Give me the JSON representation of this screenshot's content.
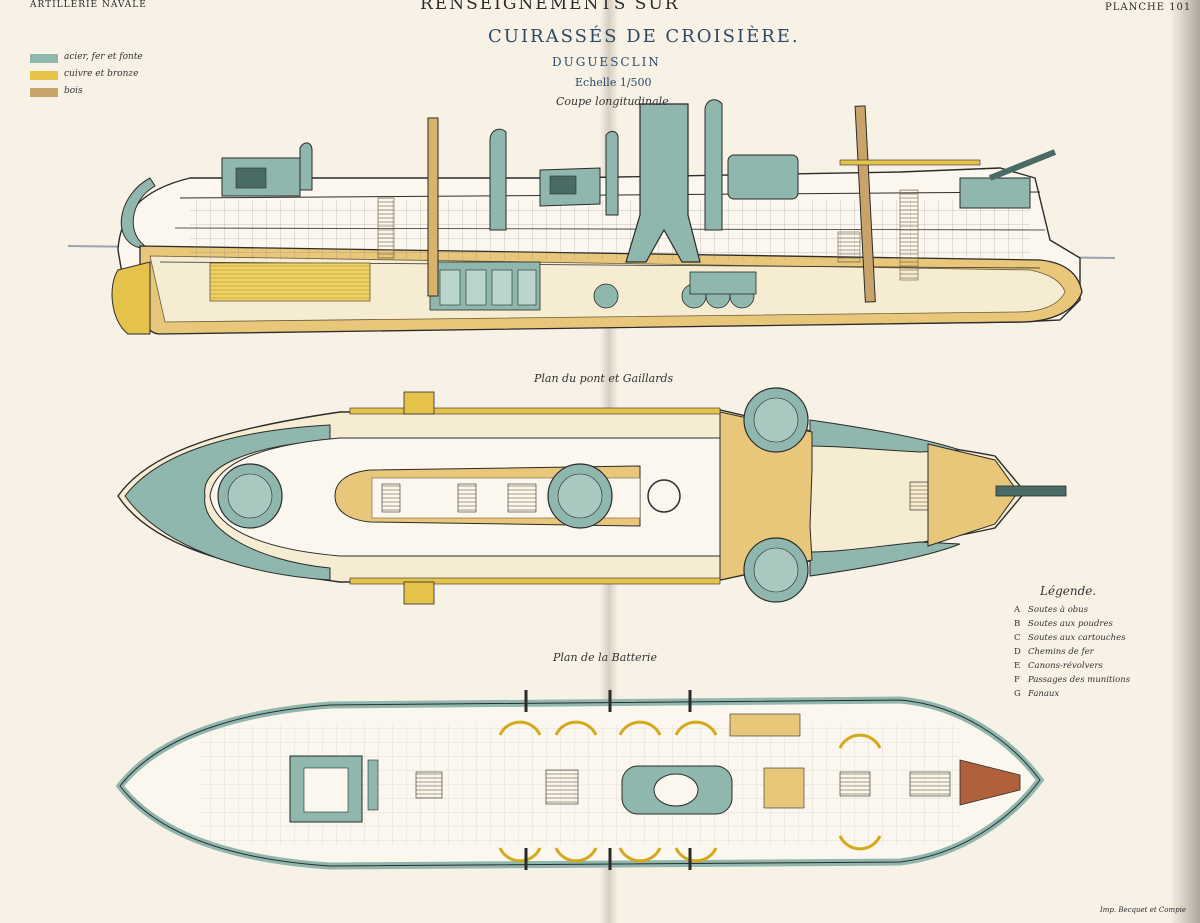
{
  "header": {
    "left": "ARTILLERIE NAVALE",
    "top": "RENSEIGNEMENTS SUR",
    "plate": "PLANCHE 101"
  },
  "title": "CUIRASSÉS DE CROISIÈRE.",
  "ship_name": "DUGUESCLIN",
  "scale": "Echelle 1/500",
  "sections": {
    "longitudinal": "Coupe longitudinale",
    "deck": "Plan du pont et Gaillards",
    "battery": "Plan de la Batterie"
  },
  "materials": [
    {
      "label": "acier, fer et fonte",
      "color": "#8fb7ad"
    },
    {
      "label": "cuivre et bronze",
      "color": "#e5c24a"
    },
    {
      "label": "bois",
      "color": "#c9a46a"
    }
  ],
  "legend": {
    "title": "Légende.",
    "items": [
      {
        "key": "A",
        "label": "Soutes à obus"
      },
      {
        "key": "B",
        "label": "Soutes aux poudres"
      },
      {
        "key": "C",
        "label": "Soutes aux cartouches"
      },
      {
        "key": "D",
        "label": "Chemins de fer"
      },
      {
        "key": "E",
        "label": "Canons-révolvers"
      },
      {
        "key": "F",
        "label": "Passages des munitions"
      },
      {
        "key": "G",
        "label": "Fanaux"
      }
    ]
  },
  "printer": "Imp. Becquet et Compie",
  "colors": {
    "paper": "#f7f1e6",
    "steel": "#8fb7ad",
    "brass": "#e5c24a",
    "wood": "#dcbf7c",
    "line": "#2b2b2b",
    "waterline": "#9aa4b0"
  }
}
